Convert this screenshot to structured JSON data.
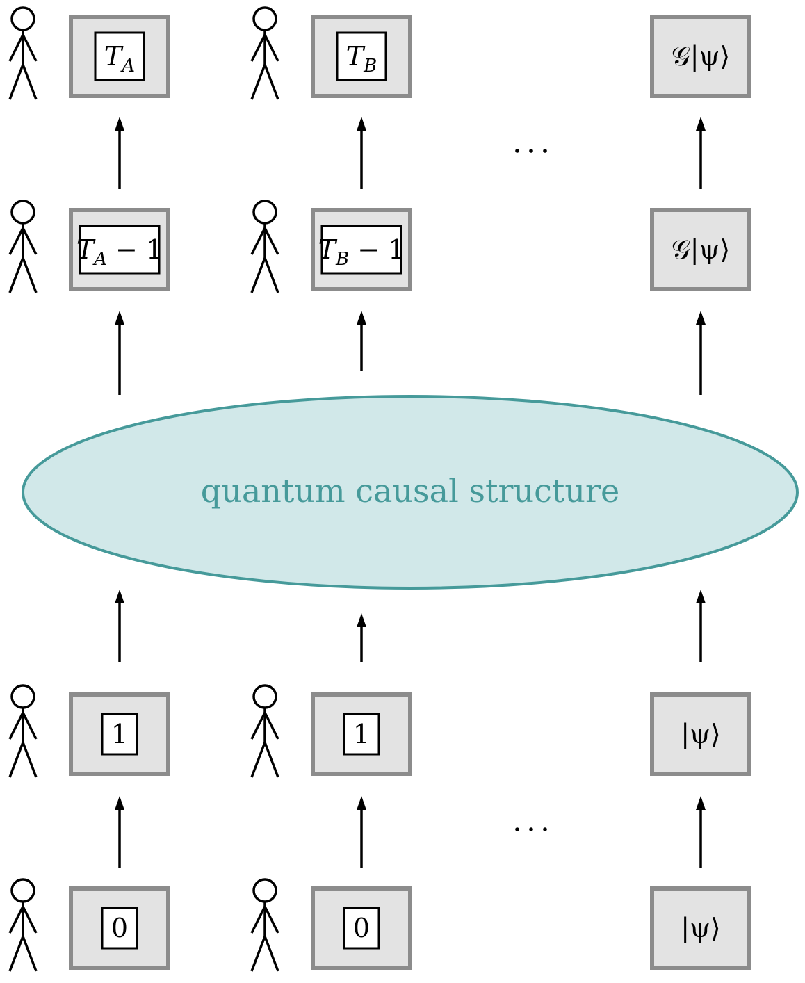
{
  "diagram": {
    "title": "quantum causal structure",
    "colors": {
      "ellipse_fill": "#d1e8e9",
      "ellipse_stroke": "#469a9a",
      "box_fill": "#e3e3e3",
      "box_border": "#8c8c8c"
    },
    "columns": [
      {
        "name": "A",
        "cells": [
          {
            "row": "output-top",
            "inner": true,
            "base": "T",
            "sub": "A",
            "suffix": ""
          },
          {
            "row": "output-mid",
            "inner": true,
            "base": "T",
            "sub": "A",
            "suffix": " − 1"
          },
          {
            "row": "input-mid",
            "inner": true,
            "base": "1",
            "sub": "",
            "suffix": ""
          },
          {
            "row": "input-bottom",
            "inner": true,
            "base": "0",
            "sub": "",
            "suffix": ""
          }
        ]
      },
      {
        "name": "B",
        "cells": [
          {
            "row": "output-top",
            "inner": true,
            "base": "T",
            "sub": "B",
            "suffix": ""
          },
          {
            "row": "output-mid",
            "inner": true,
            "base": "T",
            "sub": "B",
            "suffix": " − 1"
          },
          {
            "row": "input-mid",
            "inner": true,
            "base": "1",
            "sub": "",
            "suffix": ""
          },
          {
            "row": "input-bottom",
            "inner": true,
            "base": "0",
            "sub": "",
            "suffix": ""
          }
        ]
      },
      {
        "name": "psi",
        "cells": [
          {
            "row": "output-top",
            "inner": false,
            "base": "𝒢|ψ⟩",
            "sub": "",
            "suffix": ""
          },
          {
            "row": "output-mid",
            "inner": false,
            "base": "𝒢|ψ⟩",
            "sub": "",
            "suffix": ""
          },
          {
            "row": "input-mid",
            "inner": false,
            "base": "|ψ⟩",
            "sub": "",
            "suffix": ""
          },
          {
            "row": "input-bottom",
            "inner": false,
            "base": "|ψ⟩",
            "sub": "",
            "suffix": ""
          }
        ]
      }
    ],
    "ellipsis": "· · ·"
  }
}
